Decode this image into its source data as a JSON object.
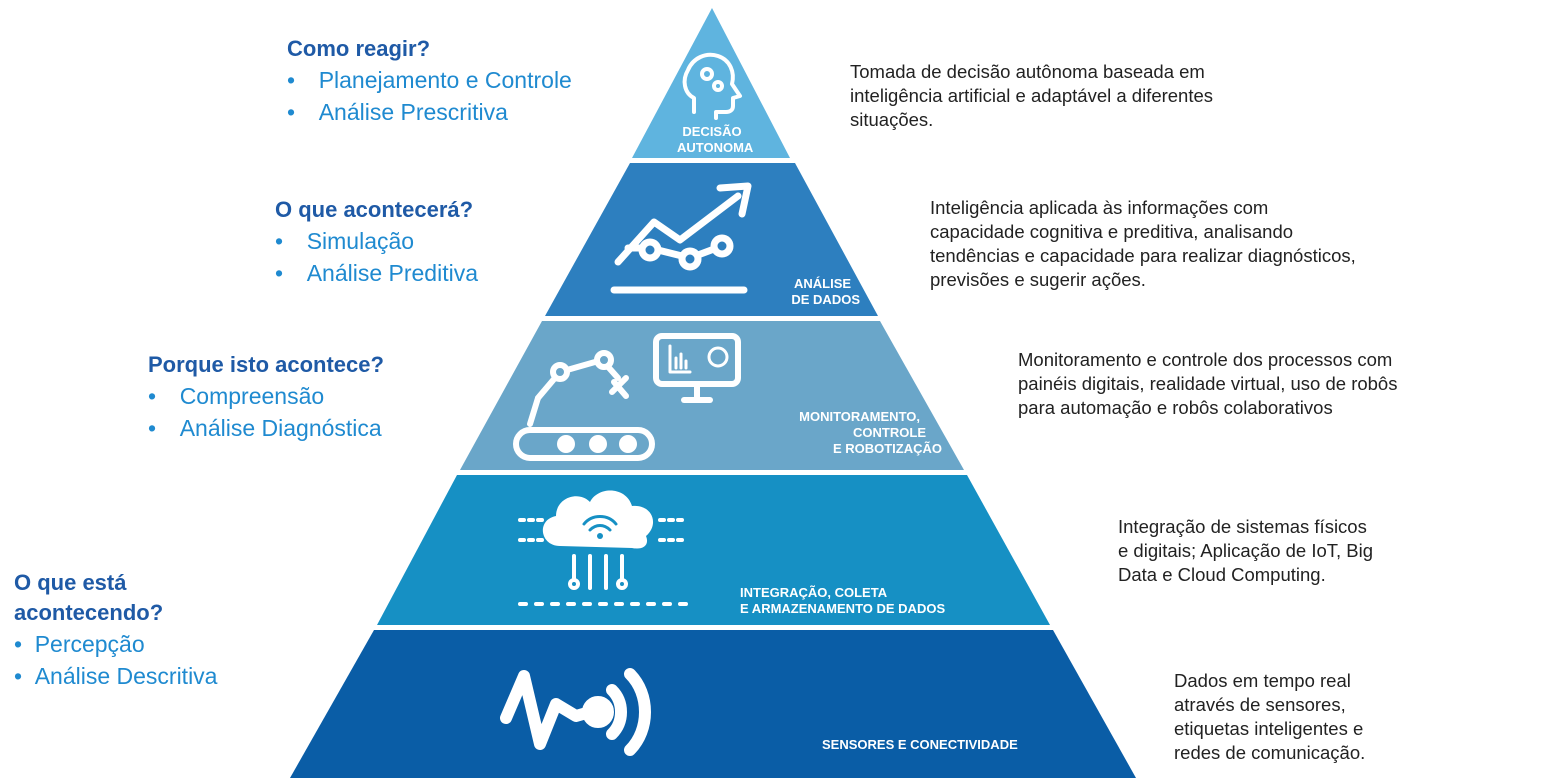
{
  "levels": [
    {
      "label_lines": [
        "DECISÃO",
        "AUTONOMA"
      ],
      "color": "#5fb4df",
      "icon": "brain-gears-icon",
      "description": "Tomada de decisão autônoma baseada em inteligência artificial e adaptável a diferentes situações."
    },
    {
      "label_lines": [
        "ANÁLISE",
        "DE DADOS"
      ],
      "color": "#2d7fbf",
      "icon": "trend-chart-icon",
      "description": "Inteligência aplicada às informações com capacidade cognitiva e preditiva, analisando tendências e capacidade para realizar diagnósticos,  previsões e sugerir ações."
    },
    {
      "label_lines": [
        "MONITORAMENTO,",
        "CONTROLE",
        "E ROBOTIZAÇÃO"
      ],
      "color": "#6aa6c9",
      "icon": "robot-arm-conveyor-icon",
      "description": "Monitoramento e controle dos processos com painéis digitais, realidade virtual, uso de robôs para automação e robôs colaborativos"
    },
    {
      "label_lines": [
        "INTEGRAÇÃO, COLETA",
        "E ARMAZENAMENTO DE DADOS"
      ],
      "color": "#1690c4",
      "icon": "cloud-network-icon",
      "description": "Integração de sistemas físicos e digitais; Aplicação de IoT, Big Data e Cloud Computing."
    },
    {
      "label_lines": [
        "SENSORES E CONECTIVIDADE"
      ],
      "color": "#0a5da6",
      "icon": "sensor-signal-icon",
      "description": "Dados em tempo real através de sensores, etiquetas inteligentes e redes de comunicação."
    }
  ],
  "questions": [
    {
      "title": "Como reagir?",
      "items": [
        "Planejamento e Controle",
        "Análise Prescritiva"
      ]
    },
    {
      "title": "O que acontecerá?",
      "items": [
        "Simulação",
        "Análise Preditiva"
      ]
    },
    {
      "title": "Porque isto acontece?",
      "items": [
        "Compreensão",
        "Análise Diagnóstica"
      ]
    },
    {
      "title": "O que está acontecendo?",
      "items": [
        "Percepção",
        "Análise Descritiva"
      ]
    }
  ]
}
